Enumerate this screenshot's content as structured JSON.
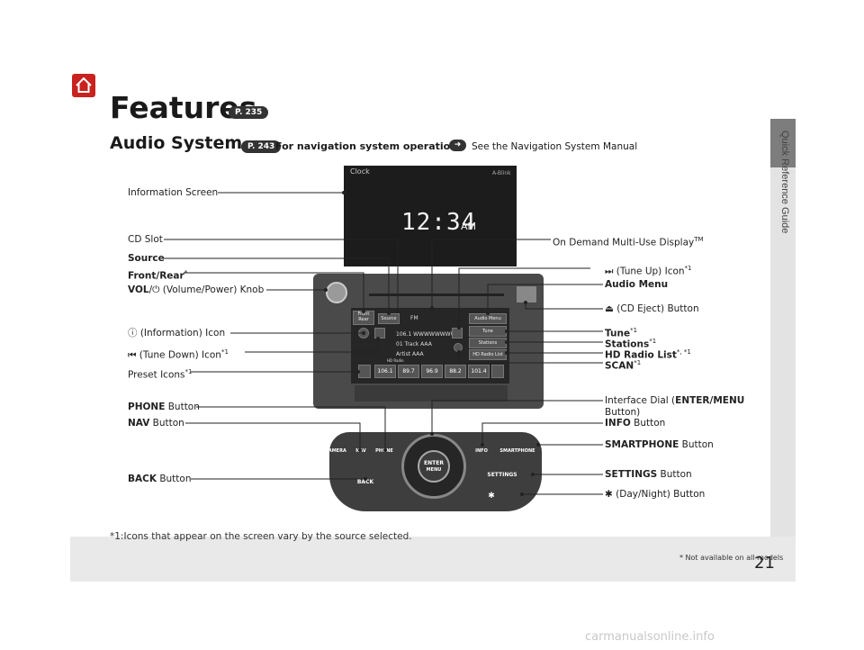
{
  "side_tab": "Quick Reference Guide",
  "title": "Features",
  "title_ref": "P. 235",
  "subtitle": "Audio System",
  "subtitle_ref": "P. 243",
  "nav_note": "For navigation system operation",
  "see_note": "See the Navigation System Manual",
  "screen": {
    "header": "Clock",
    "header_right": "A-Blink",
    "time": "12:34",
    "ampm": "AM"
  },
  "display": {
    "front": "Front",
    "rear": "Rear",
    "source": "Source",
    "band": "FM",
    "station": "106.1 WWWWWWWW",
    "track": "01 Track AAA",
    "artist": "Artist AAA",
    "hd": "HD Radio",
    "audio_menu": "Audio Menu",
    "tune": "Tune",
    "stations": "Stations",
    "hd_list": "HD Radio List",
    "presets": [
      "106.1",
      "89.7",
      "96.9",
      "88.2",
      "101.4"
    ]
  },
  "panel": {
    "camera": "CAMERA",
    "nav": "NAV",
    "phone": "PHONE",
    "info": "INFO",
    "smartphone": "SMARTPHONE",
    "back": "BACK",
    "settings": "SETTINGS",
    "enter": "ENTER",
    "menu": "MENU"
  },
  "labels": {
    "information_screen": "Information Screen",
    "cd_slot": "CD Slot",
    "source": "Source",
    "front_rear": "Front/Rear",
    "vol_bold": "VOL",
    "vol_rest": " (Volume/Power) Knob",
    "info_icon": " (Information) Icon",
    "tune_down": " (Tune Down) Icon",
    "preset_icons": "Preset Icons",
    "phone_bold": "PHONE",
    "phone_rest": " Button",
    "nav_bold": "NAV",
    "nav_rest": " Button",
    "back_bold": "BACK",
    "back_rest": " Button",
    "on_demand": "On Demand Multi-Use Display",
    "tune_up": " (Tune Up) Icon",
    "audio_menu": "Audio Menu",
    "cd_eject": " (CD Eject) Button",
    "tune": "Tune",
    "stations": "Stations",
    "hd_radio_list": "HD Radio List",
    "scan": "SCAN",
    "interface_dial_pre": "Interface Dial (",
    "interface_dial_bold": "ENTER/MENU",
    "interface_dial_post": "Button)",
    "info_bold": "INFO",
    "info_rest": " Button",
    "smartphone_bold": "SMARTPHONE",
    "smartphone_rest": " Button",
    "settings_bold": "SETTINGS",
    "settings_rest": " Button",
    "day_night": " (Day/Night) Button",
    "sup1": "*1",
    "sup_star": "*",
    "sup_star1": "*, *1",
    "tm": "TM"
  },
  "footnote": "*1:Icons that appear on the screen vary by the source selected.",
  "not_available": "* Not available on all models",
  "page_number": "21",
  "watermark": "carmanualsonline.info"
}
